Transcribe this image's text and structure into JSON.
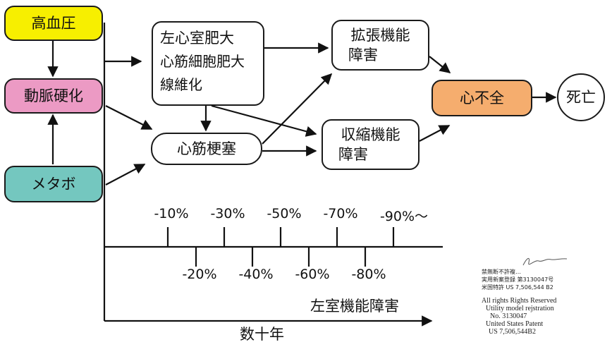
{
  "nodes": {
    "hypertension": "高血圧",
    "arteriosclerosis": "動脈硬化",
    "metabolic": "メタボ",
    "lvh": [
      "左心室肥大",
      "心筋細胞肥大",
      "線維化"
    ],
    "infarction": "心筋梗塞",
    "diastolic": [
      "拡張機能",
      "障害"
    ],
    "systolic": [
      "収縮機能",
      "障害"
    ],
    "heart_failure": "心不全",
    "death": "死亡"
  },
  "colors": {
    "hypertension": "#f7ef00",
    "arteriosclerosis": "#ec9ac4",
    "metabolic": "#74c7bf",
    "heart_failure": "#f5ad6e"
  },
  "scale": {
    "top_ticks": [
      "-10%",
      "-30%",
      "-50%",
      "-70%",
      "-90%～"
    ],
    "bottom_ticks": [
      "-20%",
      "-40%",
      "-60%",
      "-80%"
    ],
    "label": "左室機能障害"
  },
  "time_axis_label": "数十年",
  "legal_notice": {
    "jp": [
      "禁無断不許複…",
      "実用新案登録 第3130047号",
      "米国特許 US 7,506,544 B2"
    ],
    "en": [
      "All rights Rights Reserved",
      "Utility model rejstration",
      "No. 3130047",
      "United States Patent",
      "US 7,506,544B2"
    ]
  }
}
